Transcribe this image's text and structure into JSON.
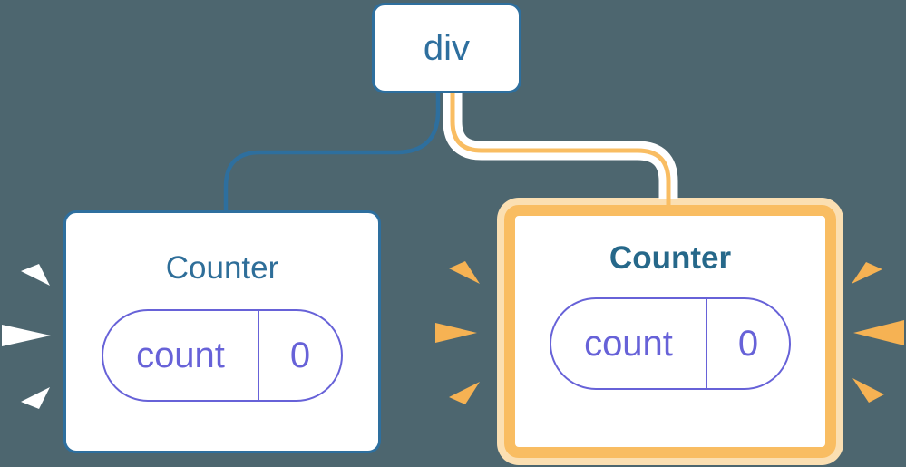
{
  "colors": {
    "background": "#4D666F",
    "blue": "#2E6F9E",
    "purple": "#6762D8",
    "orange": "#F9BD62",
    "orange-strong": "#F6B253",
    "orange-pale": "#FBDFB2",
    "title-left": "#2E6E99",
    "title-right": "#26688A",
    "white": "#FFFFFF"
  },
  "tree": {
    "root": {
      "label": "div"
    },
    "children": [
      {
        "title": "Counter",
        "state": {
          "key": "count",
          "value": "0"
        },
        "highlighted": false
      },
      {
        "title": "Counter",
        "state": {
          "key": "count",
          "value": "0"
        },
        "highlighted": true
      }
    ]
  }
}
